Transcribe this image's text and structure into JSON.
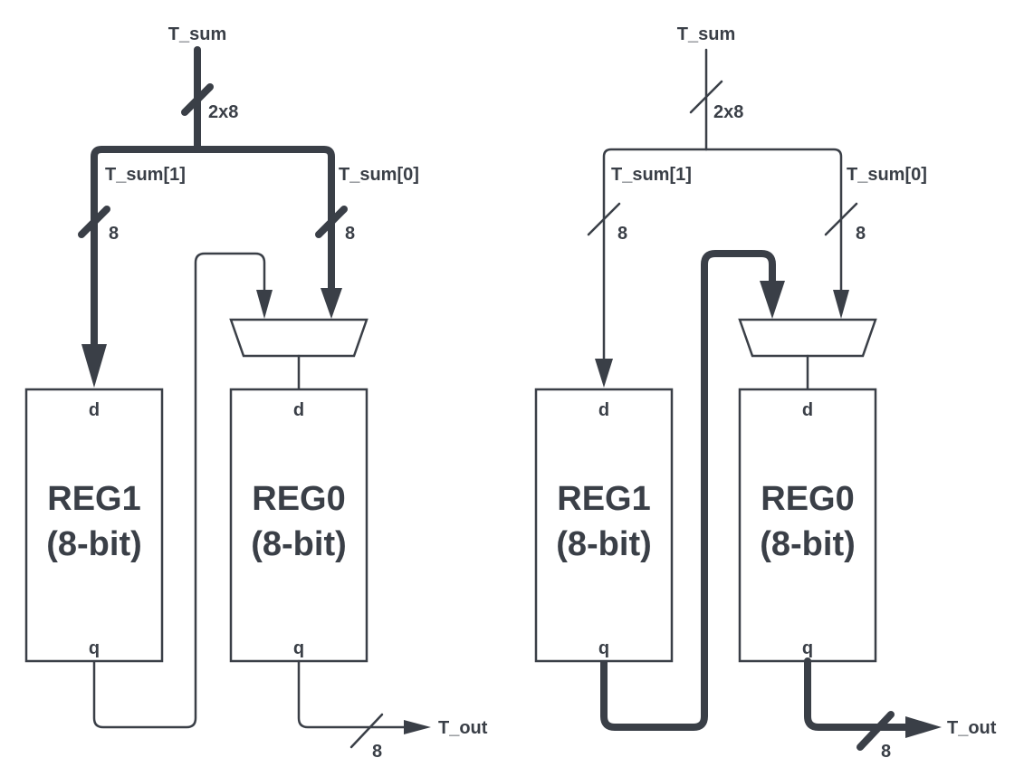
{
  "diagrams": [
    {
      "top_label": "T_sum",
      "bus_width_label": "2x8",
      "branch_left_label": "T_sum[1]",
      "branch_right_label": "T_sum[0]",
      "left_width_label": "8",
      "right_width_label": "8",
      "reg_left": {
        "port_in": "d",
        "port_out": "q",
        "name": "REG1",
        "width": "(8-bit)"
      },
      "reg_right": {
        "port_in": "d",
        "port_out": "q",
        "name": "REG0",
        "width": "(8-bit)"
      },
      "output_label": "T_out",
      "output_width_label": "8"
    },
    {
      "top_label": "T_sum",
      "bus_width_label": "2x8",
      "branch_left_label": "T_sum[1]",
      "branch_right_label": "T_sum[0]",
      "left_width_label": "8",
      "right_width_label": "8",
      "reg_left": {
        "port_in": "d",
        "port_out": "q",
        "name": "REG1",
        "width": "(8-bit)"
      },
      "reg_right": {
        "port_in": "d",
        "port_out": "q",
        "name": "REG0",
        "width": "(8-bit)"
      },
      "output_label": "T_out",
      "output_width_label": "8"
    }
  ],
  "colors": {
    "stroke": "#3a3f47",
    "background": "#ffffff"
  }
}
